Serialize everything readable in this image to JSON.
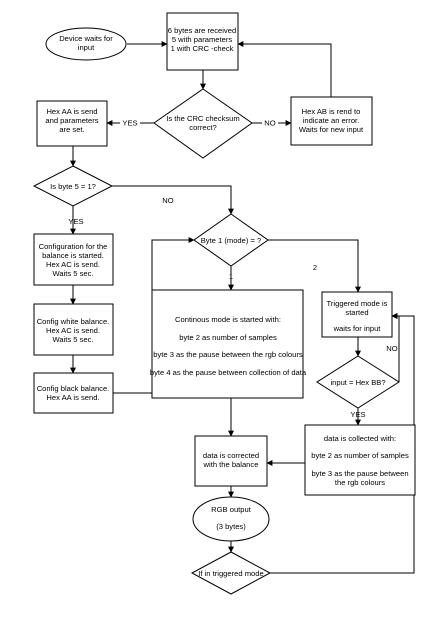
{
  "nodes": {
    "start": [
      "Device waits for",
      "input"
    ],
    "receive": [
      "6 bytes are received",
      "5 with parameters",
      "1 with CRC -check"
    ],
    "crc": [
      "Is the CRC checksum",
      "correct?"
    ],
    "hex_ab": [
      "Hex AB is rend to",
      "indicate an error.",
      "Waits for new input"
    ],
    "hex_aa": [
      "Hex AA is send",
      "and parameters",
      "are set."
    ],
    "byte5": [
      "Is byte 5 = 1?"
    ],
    "byte1": [
      "Byte 1 (mode) = ?"
    ],
    "config_balance": [
      "Configuration for the",
      "balance is started.",
      "Hex AC is send.",
      "Waits 5 sec."
    ],
    "config_white": [
      "Config white balance.",
      "Hex AC is send.",
      "Waits 5 sec."
    ],
    "config_black": [
      "Config black balance.",
      "Hex AA is send."
    ],
    "continuous": [
      "Continous mode is started with:",
      "byte 2 as number of samples",
      "byte 3 as the pause between the rgb colours",
      "byte 4 as the pause between collection of data"
    ],
    "triggered": [
      "Triggered mode is",
      "started",
      "waits for input"
    ],
    "input_bb": [
      "input = Hex BB?"
    ],
    "collected": [
      "data is collected with:",
      "byte 2 as number of samples",
      "byte 3 as the pause between",
      "the rgb colours"
    ],
    "corrected": [
      "data is corrected",
      "with the balance"
    ],
    "rgb": [
      "RGB output",
      "(3 bytes)"
    ],
    "if_triggered": [
      "If in triggered mode"
    ]
  },
  "edge_labels": {
    "crc_yes": "YES",
    "crc_no": "NO",
    "byte5_yes": "YES",
    "byte5_no": "NO",
    "mode_1": "1",
    "mode_2": "2",
    "bb_no": "NO",
    "bb_yes": "YES"
  }
}
